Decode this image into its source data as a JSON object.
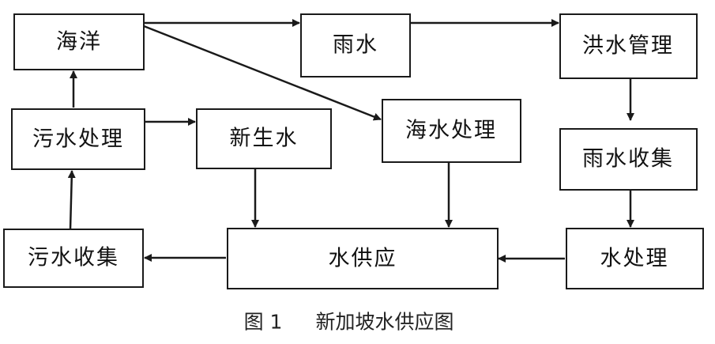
{
  "nodes": {
    "ocean": "海洋",
    "rain": "雨水",
    "flood_mgmt": "洪水管理",
    "wastewater_treat": "污水处理",
    "newater": "新生水",
    "seawater_treat": "海水处理",
    "rain_collect": "雨水收集",
    "waste_collect": "污水收集",
    "supply": "水供应",
    "water_treat": "水处理"
  },
  "caption": {
    "figure_no": "图 1",
    "title": "新加坡水供应图"
  }
}
